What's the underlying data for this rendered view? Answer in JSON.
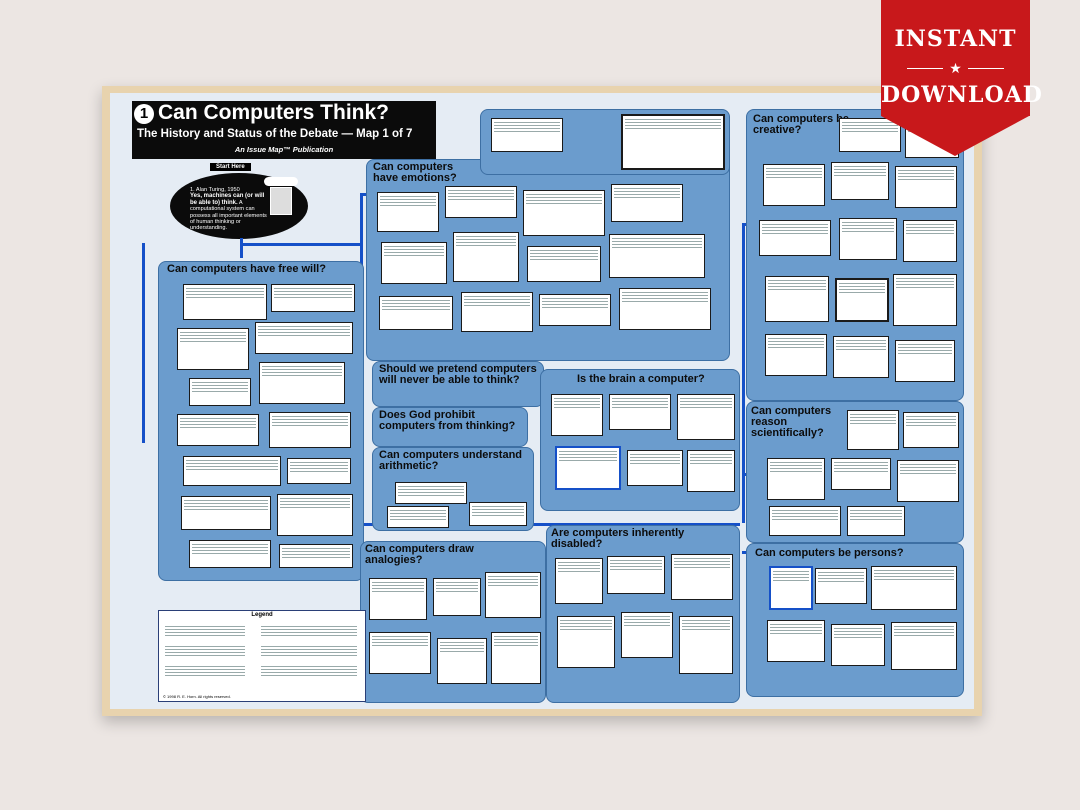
{
  "poster": {
    "map_number": "1",
    "title": "Can Computers Think?",
    "subtitle": "The History and Status of the Debate — Map 1 of 7",
    "publication": "An Issue Map™ Publication",
    "start_label": "Start Here",
    "claim_number": "1.",
    "claim_author": "Alan Turing, 1950",
    "claim_bold": "Yes, machines can (or will be able to) think.",
    "claim_text": "A computational system can possess all important elements of human thinking or understanding.",
    "questions": [
      "Can computers have free will?",
      "Can computers have emotions?",
      "Should we pretend computers will never be able to think?",
      "Does God prohibit computers from thinking?",
      "Can computers understand arithmetic?",
      "Is the brain a computer?",
      "Can computers draw analogies?",
      "Are computers inherently disabled?",
      "Can computers be creative?",
      "Can computers reason scientifically?",
      "Can computers be persons?"
    ],
    "legend_title": "Legend",
    "copyright": "© 1998 R. E. Horn. All rights reserved."
  },
  "badge": {
    "line1": "INSTANT",
    "line2": "DOWNLOAD",
    "star": "★"
  },
  "colors": {
    "panel": "#6b9ccd",
    "arrow": "#1550c8",
    "badge": "#c8181b",
    "frame": "#e8d3ae"
  }
}
